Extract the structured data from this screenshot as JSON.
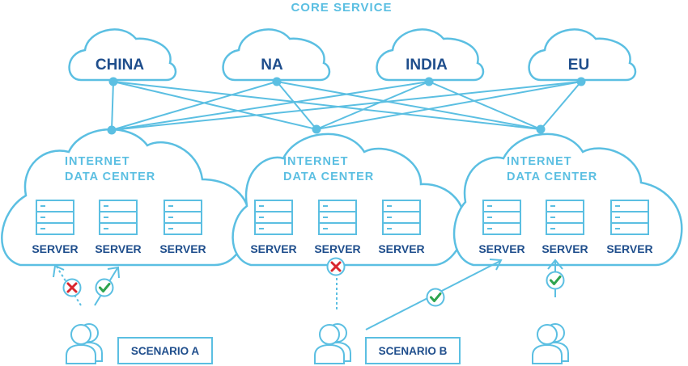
{
  "title": "CORE SERVICE",
  "regions": [
    "CHINA",
    "NA",
    "INDIA",
    "EU"
  ],
  "data_centers": [
    {
      "label_line1": "INTERNET",
      "label_line2": "DATA CENTER",
      "servers": [
        "SERVER",
        "SERVER",
        "SERVER"
      ]
    },
    {
      "label_line1": "INTERNET",
      "label_line2": "DATA CENTER",
      "servers": [
        "SERVER",
        "SERVER",
        "SERVER"
      ]
    },
    {
      "label_line1": "INTERNET",
      "label_line2": "DATA CENTER",
      "servers": [
        "SERVER",
        "SERVER",
        "SERVER"
      ]
    }
  ],
  "scenarios": [
    "SCENARIO A",
    "SCENARIO B"
  ],
  "colors": {
    "line": "#5bbfe2",
    "text_dark": "#1f4e8c",
    "success": "#2ea44f",
    "failure": "#d9262e"
  },
  "icons": {
    "success": "check-icon",
    "failure": "cross-icon",
    "user": "users-icon",
    "server": "server-icon"
  }
}
